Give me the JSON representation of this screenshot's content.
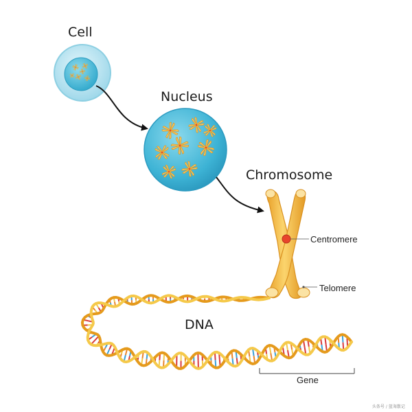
{
  "titles": {
    "cell": "Cell",
    "nucleus": "Nucleus",
    "chromosome": "Chromosome",
    "dna": "DNA"
  },
  "labels": {
    "centromere": "Centromere",
    "telomere": "Telomere",
    "gene": "Gene"
  },
  "watermark": "头条号 / 蓝海散记",
  "colors": {
    "cell_outer": "#bfe6f2",
    "cell_inner": "#5bc3dc",
    "nucleus": "#3fb4d4",
    "chromosome": "#f4b942",
    "chromosome_light": "#fbe3a4",
    "centromere": "#e8452c",
    "dna_backbone_a": "#e8a21e",
    "dna_backbone_b": "#f4cc4a",
    "base_red": "#d93a3a",
    "base_blue": "#3aa0d8",
    "base_yellow": "#f2c84b",
    "arrow": "#111111"
  }
}
